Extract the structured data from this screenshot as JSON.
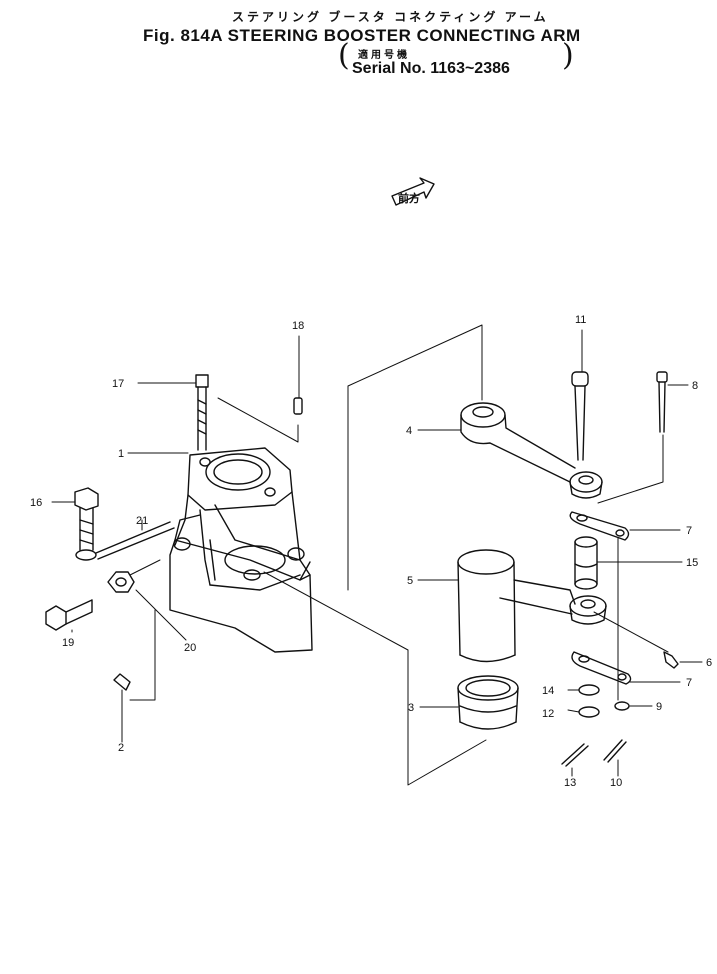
{
  "header": {
    "kana_title": "ステアリング ブースタ コネクティング アーム",
    "figure_title": "Fig. 814A STEERING BOOSTER CONNECTING ARM",
    "applicability_jp": "適用号機",
    "serial": "Serial No. 1163~2386"
  },
  "direction_label": "前方",
  "callouts": {
    "c1": "1",
    "c2": "2",
    "c3": "3",
    "c4": "4",
    "c5": "5",
    "c6": "6",
    "c7a": "7",
    "c7b": "7",
    "c8": "8",
    "c9": "9",
    "c10": "10",
    "c11": "11",
    "c12": "12",
    "c13": "13",
    "c14": "14",
    "c15": "15",
    "c16": "16",
    "c17": "17",
    "c18": "18",
    "c19": "19",
    "c20": "20",
    "c21": "21"
  }
}
